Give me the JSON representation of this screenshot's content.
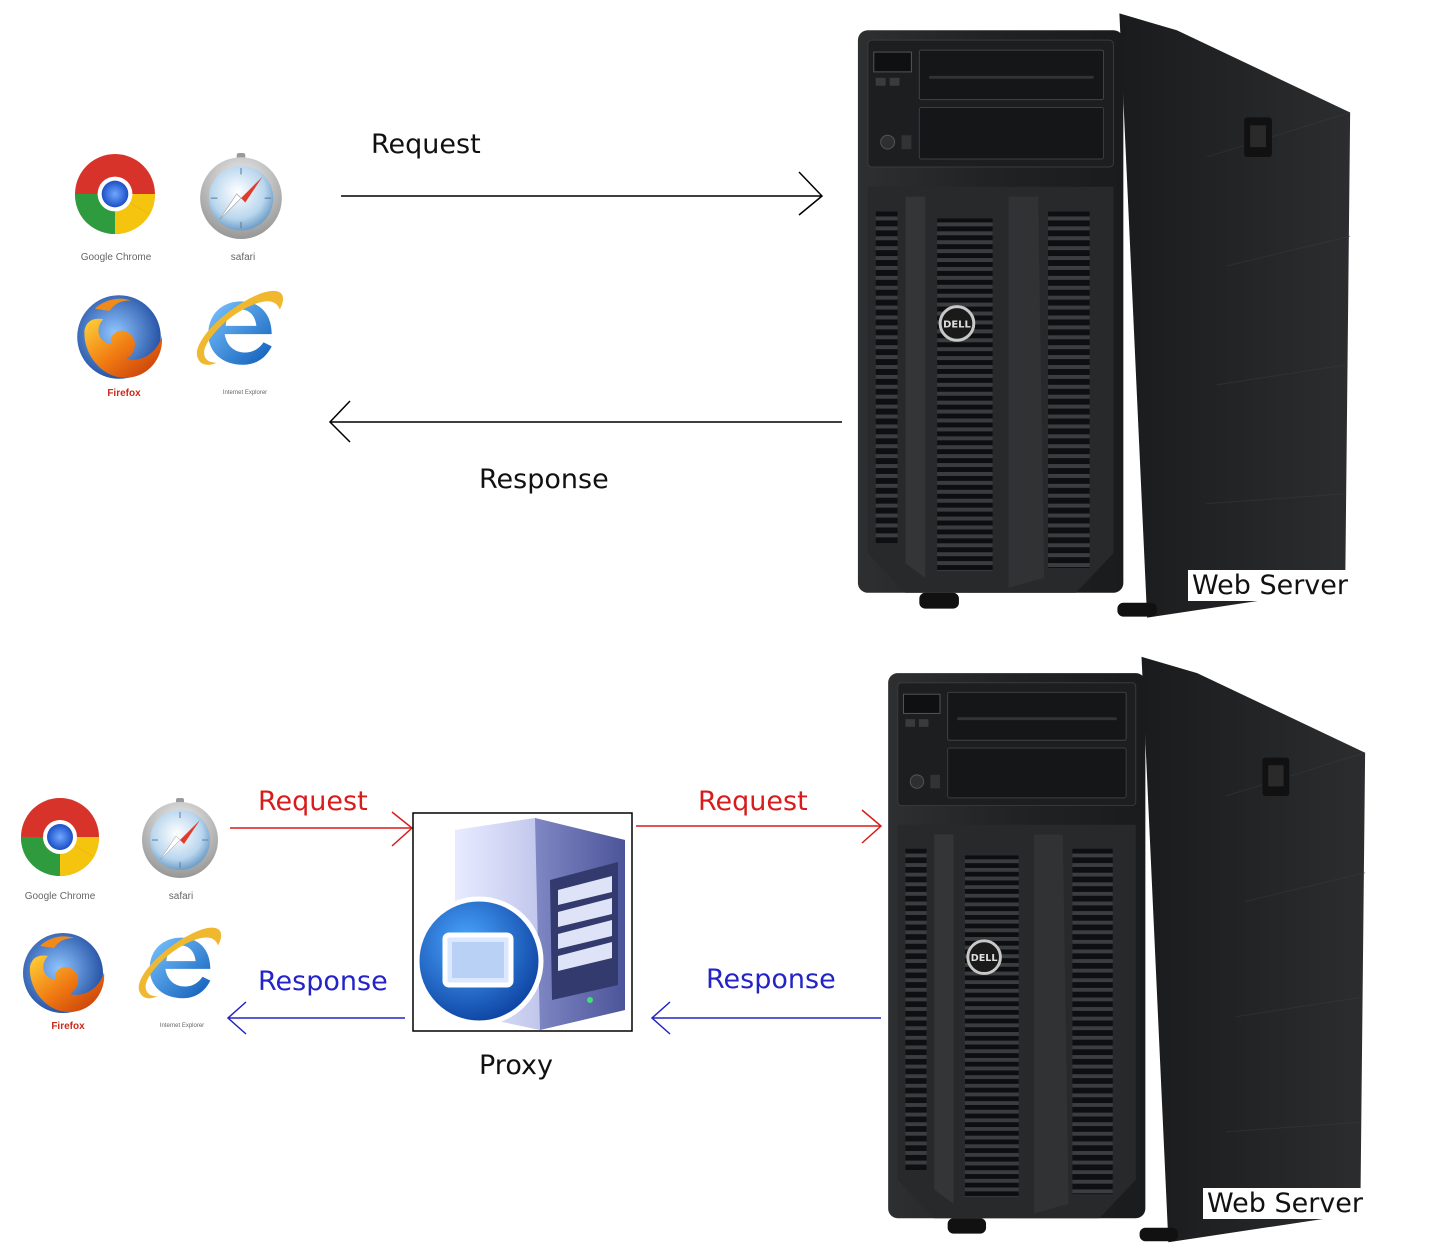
{
  "top": {
    "request_label": "Request",
    "response_label": "Response",
    "server_label": "Web Server",
    "server_brand": "DELL"
  },
  "bottom": {
    "request_label_1": "Request",
    "request_label_2": "Request",
    "response_label_1": "Response",
    "response_label_2": "Response",
    "proxy_label": "Proxy",
    "server_label": "Web Server",
    "server_brand": "DELL"
  },
  "browsers": {
    "chrome": "Google Chrome",
    "safari": "safari",
    "firefox": "Firefox",
    "ie": "Internet Explorer"
  },
  "colors": {
    "request_arrow_bottom": "#d81c1c",
    "response_arrow_bottom": "#2323c8",
    "arrow_top": "#000000"
  },
  "icons": [
    "chrome-icon",
    "safari-icon",
    "firefox-icon",
    "internet-explorer-icon",
    "server-tower-icon",
    "proxy-server-icon"
  ]
}
